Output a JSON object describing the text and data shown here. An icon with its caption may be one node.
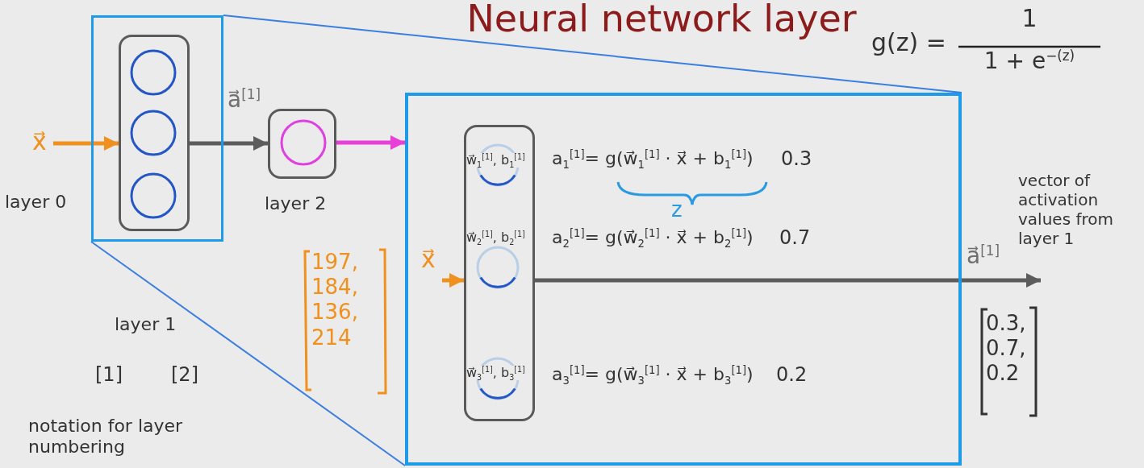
{
  "diagram": {
    "title": "Neural network layer",
    "nodes": [
      {
        "text": [
          "x⃗"
        ]
      },
      {
        "text": [],
        "shape": "box"
      },
      {
        "text": [],
        "shape": "box",
        "in": 1
      },
      {
        "text": [],
        "shape": "circle",
        "in": 2
      },
      {
        "text": [],
        "shape": "circle",
        "in": 2
      },
      {
        "text": [],
        "shape": "circle",
        "in": 2
      },
      {
        "text": [],
        "shape": "box",
        "beside": [
          "layer 2"
        ]
      },
      {
        "text": [],
        "shape": "circle",
        "in": 6
      },
      {
        "text": [],
        "shape": "box"
      },
      {
        "text": [],
        "shape": "box",
        "in": 8
      },
      {
        "text": [],
        "shape": "circle",
        "in": 9
      },
      {
        "text": [],
        "shape": "circle",
        "in": 9
      },
      {
        "text": [],
        "shape": "circle",
        "in": 9
      },
      {
        "text": [
          "x⃗"
        ],
        "in": 8
      }
    ],
    "edges": [
      {
        "from": 0,
        "to": 2,
        "arrow": "to",
        "color": "#f0901e"
      },
      {
        "from": 2,
        "to": 6,
        "arrow": "to",
        "label": "a⃗$^{[1]}$",
        "color": "#5c5c5c"
      },
      {
        "from": 6,
        "to": 8,
        "arrow": "to",
        "color": "#e83fd8"
      },
      {
        "from": 1,
        "to": 8,
        "arrow": "none",
        "color": "#3a7fe0"
      },
      {
        "from": 1,
        "to": 8,
        "arrow": "none",
        "color": "#3a7fe0"
      },
      {
        "from": 13,
        "to": 9,
        "arrow": "to",
        "color": "#f0901e"
      },
      {
        "from": 9,
        "to": null,
        "arrow": "to",
        "label": "a⃗$^{[1]}$",
        "color": "#5c5c5c"
      }
    ],
    "labels": [
      "g(z) =",
      "1",
      "1 + e$^{−(z)}$",
      "w⃗$_{1}$$^{[1]}$, b$_{1}$$^{[1]}$",
      "a$_{1}$$^{[1]}$= g(w⃗$_{1}$$^{[1]}$ · x⃗ + b$_{1}$$^{[1]}$)",
      "0.3",
      "z",
      "vector of activation values from layer 1",
      "layer 0",
      "w⃗$_{2}$$^{[1]}$, b$_{2}$$^{[1]}$",
      "a$_{2}$$^{[1]}$= g(w⃗$_{2}$$^{[1]}$ · x⃗ + b$_{2}$$^{[1]}$)",
      "0.7",
      "197, 184, 136, 214",
      "layer 1",
      "0.3, 0.7, 0.2",
      "[1]",
      "[2]",
      "w⃗$_{3}$$^{[1]}$, b$_{3}$$^{[1]}$",
      "a$_{3}$$^{[1]}$= g(w⃗$_{3}$$^{[1]}$ · x⃗ + b$_{3}$$^{[1]}$)",
      "0.2",
      "notation for layer numbering"
    ]
  }
}
